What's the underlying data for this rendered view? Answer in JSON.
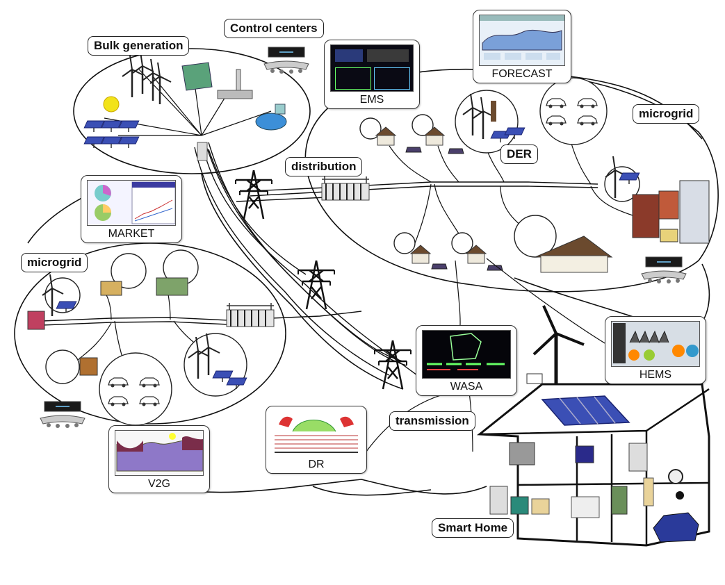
{
  "labels": {
    "bulk_generation": "Bulk generation",
    "control_centers": "Control centers",
    "microgrid_right": "microgrid",
    "microgrid_left": "microgrid",
    "distribution": "distribution",
    "der": "DER",
    "transmission": "transmission",
    "smart_home": "Smart Home"
  },
  "panels": {
    "ems": "EMS",
    "forecast": "FORECAST",
    "market": "MARKET",
    "wasa": "WASA",
    "hems": "HEMS",
    "dr": "DR",
    "v2g": "V2G"
  },
  "colors": {
    "line": "#111111",
    "screen_dark": "#0a0a14",
    "solar_panel": "#3b4fb5",
    "sun": "#f2e31a",
    "roof": "#6b4a2e",
    "v2g_fill": "#8e78c8"
  }
}
